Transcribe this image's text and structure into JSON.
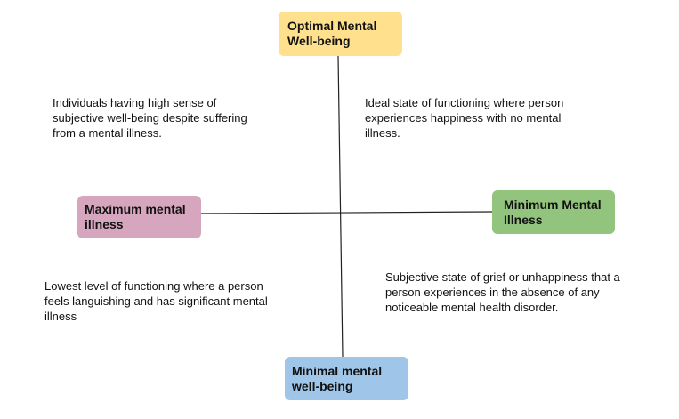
{
  "colors": {
    "top_fill": "#ffe08c",
    "left_fill": "#d5a6bd",
    "right_fill": "#93c47d",
    "bottom_fill": "#9fc5e8",
    "axis_line": "#222222"
  },
  "nodes": {
    "top": {
      "lines": [
        "Optimal Mental",
        "Well-being"
      ]
    },
    "left": {
      "lines": [
        "Maximum mental",
        "illness"
      ]
    },
    "right": {
      "lines": [
        "Minimum Mental",
        "Illness"
      ]
    },
    "bottom": {
      "lines": [
        "Minimal mental",
        "well-being"
      ]
    }
  },
  "descriptions": {
    "top_left": {
      "lines": [
        "Individuals having high sense of",
        "subjective well-being despite suffering",
        "from a mental illness."
      ]
    },
    "top_right": {
      "lines": [
        "Ideal state of functioning where person",
        "experiences happiness with no mental",
        "illness."
      ]
    },
    "bottom_left": {
      "lines": [
        "Lowest level of functioning where a person",
        "feels languishing and has significant mental",
        "illness"
      ]
    },
    "bottom_right": {
      "lines": [
        "Subjective state of grief or unhappiness that a",
        "person experiences in the absence of any",
        "noticeable mental health disorder."
      ]
    }
  }
}
